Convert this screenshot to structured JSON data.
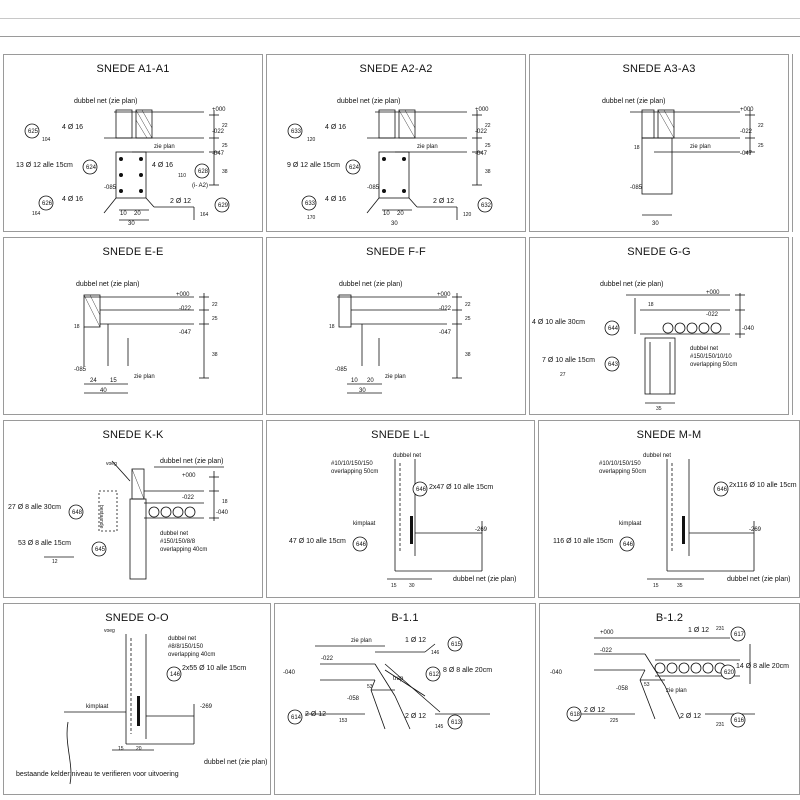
{
  "panels": [
    {
      "title": "SNEDE A1-A1",
      "labels": {
        "net": "dubbel net (zie plan)",
        "l000": "+000",
        "l022": "-022",
        "l047": "-047",
        "l085": "-085",
        "ref1": "625",
        "ref2": "624",
        "ref3": "628",
        "ref4": "626",
        "ref5": "629",
        "bar1": "4 Ø 16",
        "bar2": "13 Ø 12 alle 15cm",
        "bar3": "4 Ø 16",
        "bar4": "4 Ø 16",
        "bar5": "2 Ø 12",
        "zie": "zie plan",
        "ia2": "(i- A2)",
        "d1": "10",
        "d2": "20",
        "d3": "30",
        "s1": "104",
        "s2": "164",
        "s3": "164",
        "s4": "110",
        "v22": "22",
        "v25": "25",
        "v38": "38"
      }
    },
    {
      "title": "SNEDE A2-A2",
      "labels": {
        "net": "dubbel net (zie plan)",
        "l000": "+000",
        "l022": "-022",
        "l047": "-047",
        "l085": "-085",
        "ref1": "633",
        "ref2": "624",
        "ref3": "633",
        "ref4": "632",
        "bar1": "4 Ø 16",
        "bar2": "9 Ø 12 alle 15cm",
        "bar3": "4 Ø 16",
        "bar4": "2 Ø 12",
        "zie": "zie plan",
        "d1": "10",
        "d2": "20",
        "d3": "30",
        "s1": "120",
        "s2": "170",
        "s3": "120",
        "v22": "22",
        "v25": "25",
        "v38": "38"
      }
    },
    {
      "title": "SNEDE A3-A3",
      "labels": {
        "net": "dubbel net (zie plan)",
        "l000": "+000",
        "l022": "-022",
        "l047": "-047",
        "l085": "-085",
        "zie": "zie plan",
        "d3": "30",
        "v18": "18",
        "v22": "22",
        "v25": "25"
      }
    },
    {
      "title": "SNEDE E-E",
      "labels": {
        "net": "dubbel net (zie plan)",
        "l000": "+000",
        "l022": "-022",
        "l047": "-047",
        "l085": "-085",
        "zie": "zie plan",
        "d1": "24",
        "d2": "15",
        "d3": "40",
        "v18": "18",
        "v22": "22",
        "v25": "25",
        "v38": "38"
      }
    },
    {
      "title": "SNEDE F-F",
      "labels": {
        "net": "dubbel net (zie plan)",
        "l000": "+000",
        "l022": "-022",
        "l047": "-047",
        "l085": "-085",
        "zie": "zie plan",
        "d1": "10",
        "d2": "20",
        "d3": "30",
        "v18": "18",
        "v22": "22",
        "v25": "25",
        "v38": "38"
      }
    },
    {
      "title": "SNEDE G-G",
      "labels": {
        "net": "dubbel net (zie plan)",
        "l000": "+000",
        "l022": "-022",
        "l040": "-040",
        "bar1": "4 Ø 10 alle 30cm",
        "ref1": "644",
        "bar2": "7 Ø 10 alle 15cm",
        "ref2": "643",
        "mesh1": "dubbel net",
        "mesh2": "#150/150/10/10",
        "mesh3": "overlapping 50cm",
        "d1": "18",
        "d2": "35",
        "d3": "27"
      }
    },
    {
      "title": "SNEDE K-K",
      "labels": {
        "voeg": "voeg",
        "net": "dubbel net (zie plan)",
        "l000": "+000",
        "l022": "-022",
        "l040": "-040",
        "bar1": "27 Ø 8 alle 30cm",
        "ref1": "648",
        "bar2": "53 Ø 8 alle 15cm",
        "ref2": "645",
        "bestaande": "bestaande",
        "mesh1": "dubbel net",
        "mesh2": "#150/150/8/8",
        "mesh3": "overlapping 40cm",
        "d1": "12",
        "v18": "18"
      }
    },
    {
      "title": "SNEDE L-L",
      "labels": {
        "mesh1": "dubbel net",
        "mesh2": "#10/10/150/150",
        "mesh3": "overlapping 50cm",
        "bar1": "2x47 Ø 10 alle 15cm",
        "ref1": "646",
        "kimplaat": "kimplaat",
        "bar2": "47 Ø 10 alle 15cm",
        "ref2": "646",
        "l269": "-269",
        "d1": "15",
        "d2": "30",
        "net": "dubbel net (zie plan)"
      }
    },
    {
      "title": "SNEDE M-M",
      "labels": {
        "mesh1": "dubbel net",
        "mesh2": "#10/10/150/150",
        "mesh3": "overlapping 50cm",
        "bar1": "2x116 Ø 10 alle 15cm",
        "ref1": "646",
        "kimplaat": "kimplaat",
        "bar2": "116 Ø 10 alle 15cm",
        "ref2": "646",
        "l269": "-269",
        "d1": "15",
        "d2": "35",
        "net": "dubbel net (zie plan)"
      }
    },
    {
      "title": "SNEDE O-O",
      "labels": {
        "voeg": "voeg",
        "mesh1": "dubbel net",
        "mesh2": "#8/8/150/150",
        "mesh3": "overlapping 40cm",
        "bar1": "2x55 Ø 10 alle 15cm",
        "ref1": "146",
        "kimplaat": "kimplaat",
        "l269": "-269",
        "d1": "15",
        "d2": "20",
        "net": "dubbel net (zie plan)",
        "note": "bestaande kelder:niveau te verifieren voor uitvoering"
      }
    },
    {
      "title": "B-1.1",
      "labels": {
        "zie": "zie plan",
        "l022": "-022",
        "l040": "-040",
        "l058": "-058",
        "bar1": "1 Ø 12",
        "ref1": "615",
        "bar2": "8 Ø 8 alle 20cm",
        "ref2": "612",
        "bar3": "2 Ø 12",
        "ref3": "614",
        "bar4": "2 Ø 12",
        "ref4": "613",
        "trap": "trap",
        "s1": "146",
        "s2": "153",
        "s3": "145",
        "s4": "53"
      }
    },
    {
      "title": "B-1.2",
      "labels": {
        "l000": "+000",
        "l022": "-022",
        "l040": "-040",
        "l058": "-058",
        "bar1": "1 Ø 12",
        "ref1": "617",
        "bar2": "14 Ø 8 alle 20cm",
        "ref2": "620",
        "bar3": "2 Ø 12",
        "ref3": "618",
        "bar4": "2 Ø 12",
        "ref4": "616",
        "zie": "zie plan",
        "s1": "231",
        "s2": "225",
        "s3": "231",
        "s4": "53"
      }
    }
  ]
}
